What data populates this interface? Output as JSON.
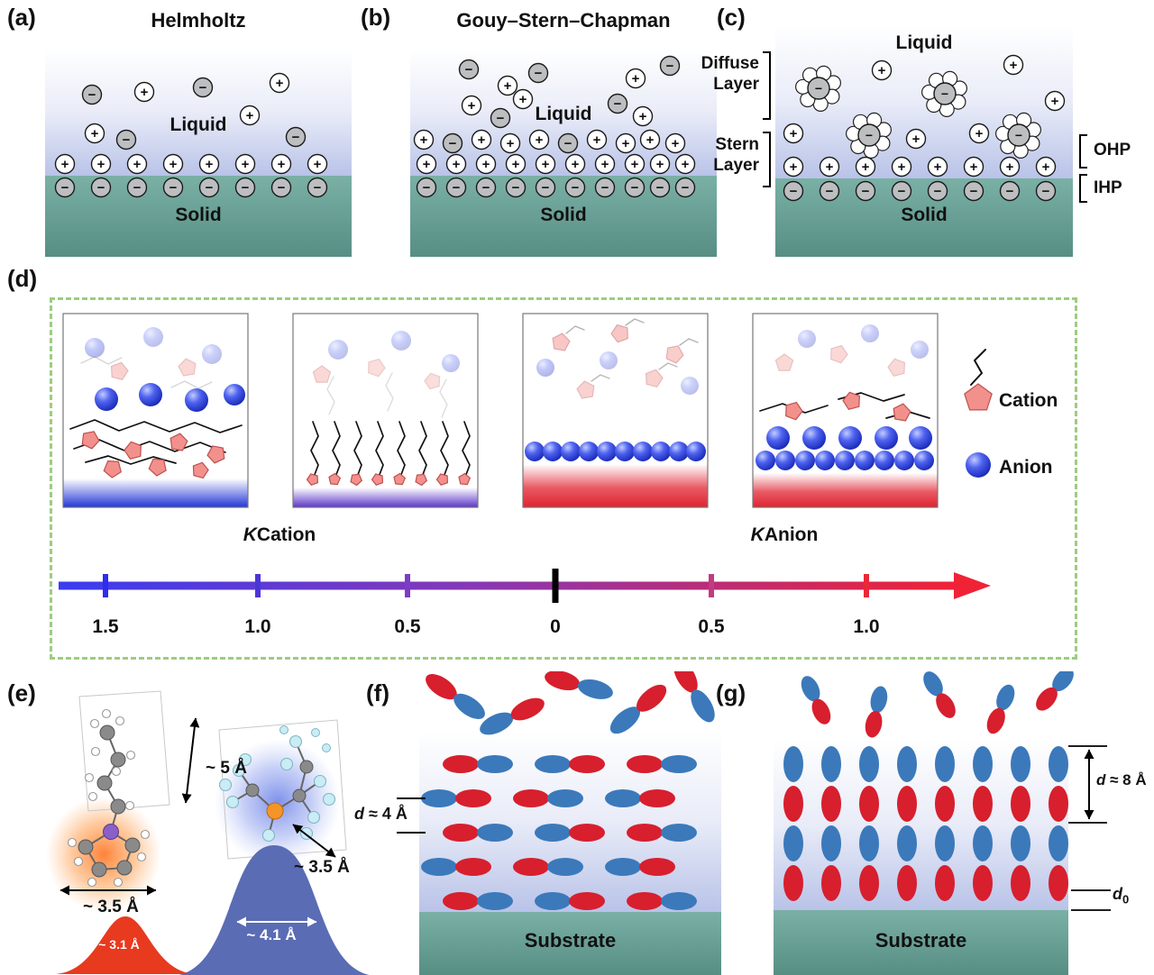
{
  "symbols": {
    "plus": "+",
    "minus": "−"
  },
  "colors": {
    "solid_teal": "#639e93",
    "liquid_top": "#ffffff",
    "liquid_bottom": "#b9c3e8",
    "anion_blue": "#2133cf",
    "cation_pink": "#f2918c",
    "ellipse_red": "#d71f2e",
    "ellipse_blue": "#3b79bb",
    "axis_gradient_left": "#3a3cf0",
    "axis_gradient_right": "#f02236",
    "dashed_border_green": "#9ccd7f"
  },
  "panel_a": {
    "label": "(a)",
    "title": "Helmholtz",
    "liquid": "Liquid",
    "solid": "Solid"
  },
  "panel_b": {
    "label": "(b)",
    "title": "Gouy–Stern–Chapman",
    "liquid": "Liquid",
    "solid": "Solid"
  },
  "panel_c": {
    "label": "(c)",
    "liquid": "Liquid",
    "solid": "Solid",
    "diff1": "Diffuse",
    "diff2": "Layer",
    "stern1": "Stern",
    "stern2": "Layer",
    "ohp": "OHP",
    "ihp": "IHP"
  },
  "panel_d": {
    "label": "(d)",
    "kcation_k": "K",
    "kcation_rest": "Cation",
    "kanion_k": "K",
    "kanion_rest": "Anion",
    "scale_labels": [
      "1.5",
      "1.0",
      "0.5",
      "0",
      "0.5",
      "1.0"
    ],
    "legend_cation": "Cation",
    "legend_anion": "Anion"
  },
  "panel_e": {
    "label": "(e)",
    "dim_chain_height": "~ 5 Å",
    "dim_anion_diameter": "~ 3.5 Å",
    "dim_cation_diameter": "~ 3.5 Å",
    "dim_red_peak": "~ 3.1 Å",
    "dim_blue_peak": "~ 4.1 Å"
  },
  "panel_f": {
    "label": "(f)",
    "d_italic": "d",
    "d_rest": " ≈ 4 Å",
    "substrate": "Substrate"
  },
  "panel_g": {
    "label": "(g)",
    "d_italic": "d",
    "d_rest": " ≈ 8 Å",
    "d0_italic": "d",
    "d0_sub": "0",
    "substrate": "Substrate"
  }
}
